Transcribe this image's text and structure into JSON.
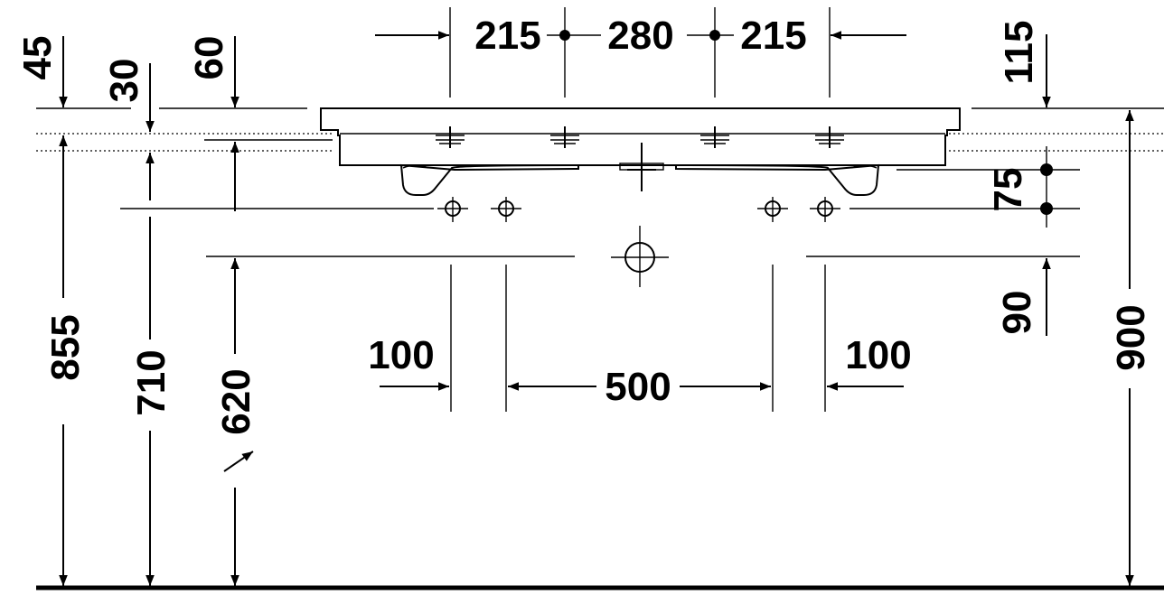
{
  "dimensions": {
    "top_left_45": "45",
    "top_left_30": "30",
    "top_left_60": "60",
    "top_215_left": "215",
    "top_280": "280",
    "top_215_right": "215",
    "top_right_115": "115",
    "right_75": "75",
    "right_90": "90",
    "left_855": "855",
    "left_710": "710",
    "left_620": "620",
    "right_900": "900",
    "bottom_100_left": "100",
    "bottom_500": "500",
    "bottom_100_right": "100"
  }
}
